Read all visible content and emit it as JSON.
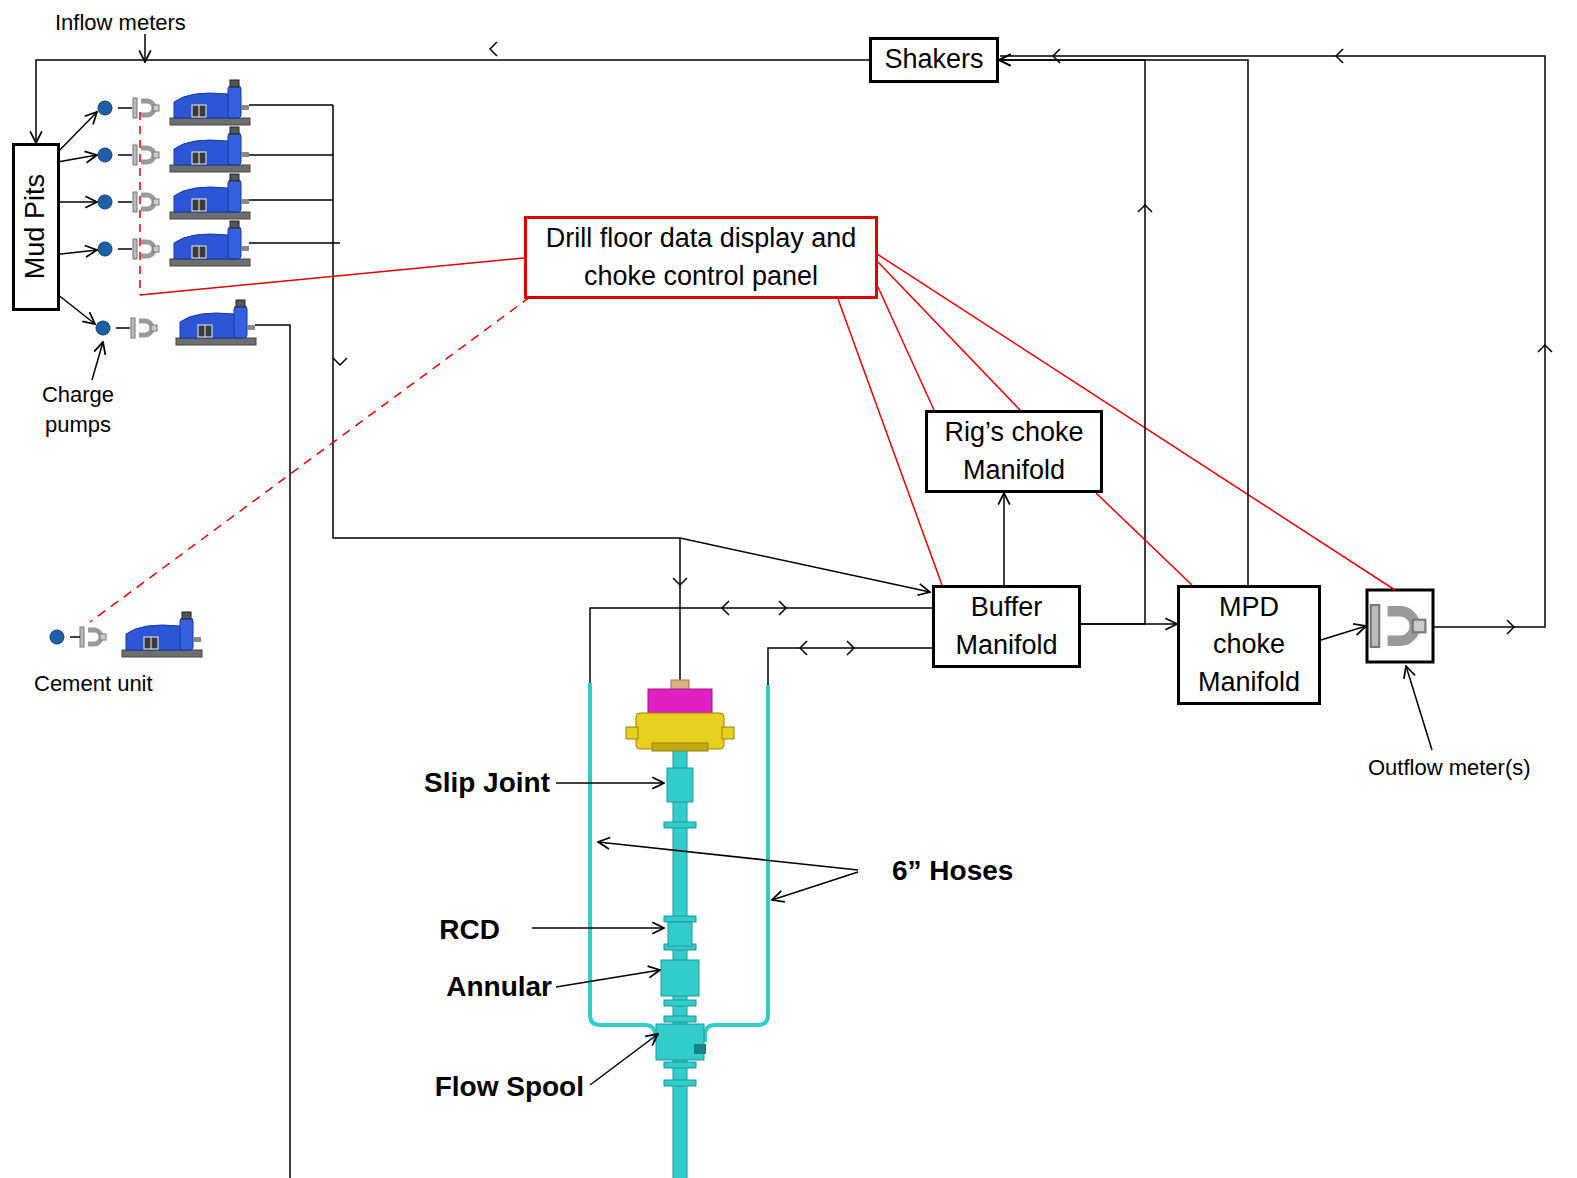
{
  "diagram": {
    "nodes": [
      {
        "text": [
          "Mud Pits"
        ]
      },
      {
        "text": [
          "Shakers"
        ]
      },
      {
        "text": [
          "Drill floor data display and choke control panel"
        ]
      },
      {
        "text": [
          "Rig’s choke Manifold"
        ]
      },
      {
        "text": [
          "Buffer Manifold"
        ]
      },
      {
        "text": [
          "MPD choke Manifold"
        ]
      }
    ],
    "edges": [
      {
        "from": 1,
        "to": 0,
        "arrow": "to"
      },
      {
        "from": 4,
        "to": 1,
        "arrow": "to"
      },
      {
        "from": 5,
        "to": 1,
        "arrow": "to"
      },
      {
        "from": 4,
        "to": 3,
        "arrow": "to"
      },
      {
        "from": 4,
        "to": 5,
        "arrow": "to"
      },
      {
        "from": 2,
        "to": 4,
        "arrow": "none"
      },
      {
        "from": 2,
        "to": 3,
        "arrow": "none"
      },
      {
        "from": 2,
        "to": 3,
        "arrow": "none"
      },
      {
        "from": 3,
        "to": 5,
        "arrow": "none"
      }
    ],
    "labels": [
      "Inflow meters",
      "Charge pumps",
      "Cement unit",
      "Slip Joint",
      "6” Hoses",
      "RCD",
      "Annular",
      "Flow Spool",
      "Outflow meter(s)"
    ]
  }
}
